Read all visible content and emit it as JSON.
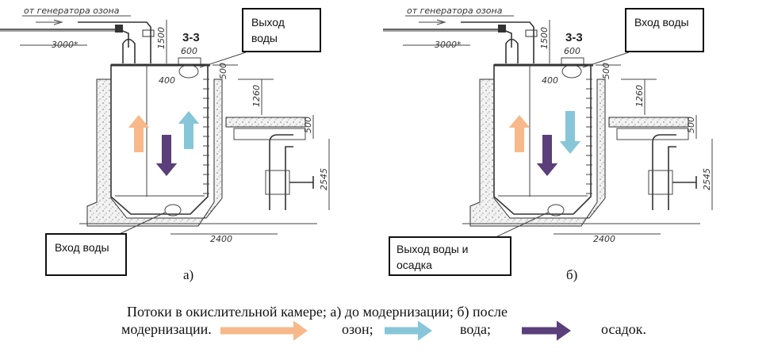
{
  "panels": [
    {
      "label": "а)",
      "gas_inlet": "от генератора озона",
      "section": "3-3",
      "dims": {
        "d3000": "3000*",
        "d1500": "1500",
        "d600": "600",
        "d400": "400",
        "d500a": "500",
        "d1260": "1260",
        "d500b": "500",
        "d2545": "2545",
        "d2400": "2400"
      },
      "callout_top": "Выход воды",
      "callout_bottom": "Вход воды",
      "flows": {
        "ozone": "up",
        "water": "up",
        "sediment": "down"
      }
    },
    {
      "label": "б)",
      "gas_inlet": "от генератора озона",
      "section": "3-3",
      "dims": {
        "d3000": "3000*",
        "d1500": "1500",
        "d600": "600",
        "d400": "400",
        "d500a": "500",
        "d1260": "1260",
        "d500b": "500",
        "d2545": "2545",
        "d2400": "2400"
      },
      "callout_top": "Вход воды",
      "callout_bottom": "Выход воды и осадка",
      "flows": {
        "ozone": "up",
        "water": "down",
        "sediment": "down"
      }
    }
  ],
  "caption": {
    "line1": "Потоки в  окислительной камере;  а) до модернизации; б) после",
    "line2_start": "модернизации.",
    "legend": [
      {
        "label": "озон;",
        "color": "#f7b98a"
      },
      {
        "label": "вода;",
        "color": "#86c6d8"
      },
      {
        "label": "осадок.",
        "color": "#5a3f7a"
      }
    ]
  }
}
